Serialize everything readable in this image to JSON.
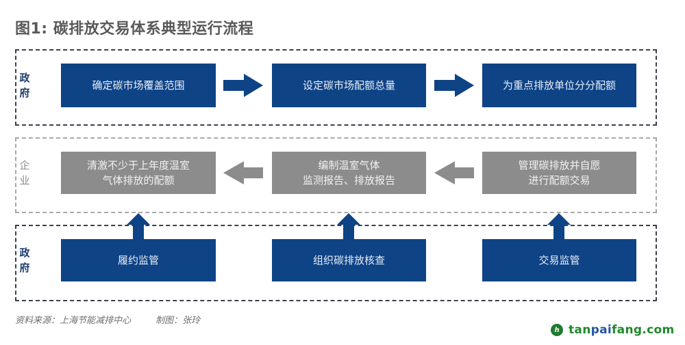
{
  "title": "图1: 碳排放交易体系典型运行流程",
  "colors": {
    "government_box": "#0e4386",
    "enterprise_box": "#8c8c8c",
    "gov_arrow": "#0e4386",
    "ent_arrow": "#8c8c8c",
    "watermark_green": "#1f8a2a",
    "watermark_blue": "#2456a6"
  },
  "rows": [
    {
      "label_lines": [
        "政",
        "府"
      ],
      "actor": "government",
      "flow_direction": "right",
      "steps": [
        {
          "lines": [
            "确定碳市场覆盖范围"
          ]
        },
        {
          "lines": [
            "设定碳市场配额总量"
          ]
        },
        {
          "lines": [
            "为重点排放单位分分配额"
          ]
        }
      ]
    },
    {
      "label_lines": [
        "企",
        "业"
      ],
      "actor": "enterprise",
      "flow_direction": "left",
      "steps": [
        {
          "lines": [
            "清激不少于上年度温室",
            "气体排放的配额"
          ]
        },
        {
          "lines": [
            "编制温室气体",
            "监测报告、排放报告"
          ]
        },
        {
          "lines": [
            "管理碳排放并自愿",
            "进行配额交易"
          ]
        }
      ]
    },
    {
      "label_lines": [
        "政",
        "府"
      ],
      "actor": "government",
      "flow_direction": "up",
      "steps": [
        {
          "lines": [
            "履约监管"
          ]
        },
        {
          "lines": [
            "组织碳排放核查"
          ]
        },
        {
          "lines": [
            "交易监管"
          ]
        }
      ]
    }
  ],
  "footer": {
    "source": "资料来源：上海节能减排中心",
    "credit": "制图：张玲"
  },
  "watermark": {
    "logo_text": "h",
    "part1": "tan",
    "part2": "pai",
    "part3": "fang.com"
  }
}
